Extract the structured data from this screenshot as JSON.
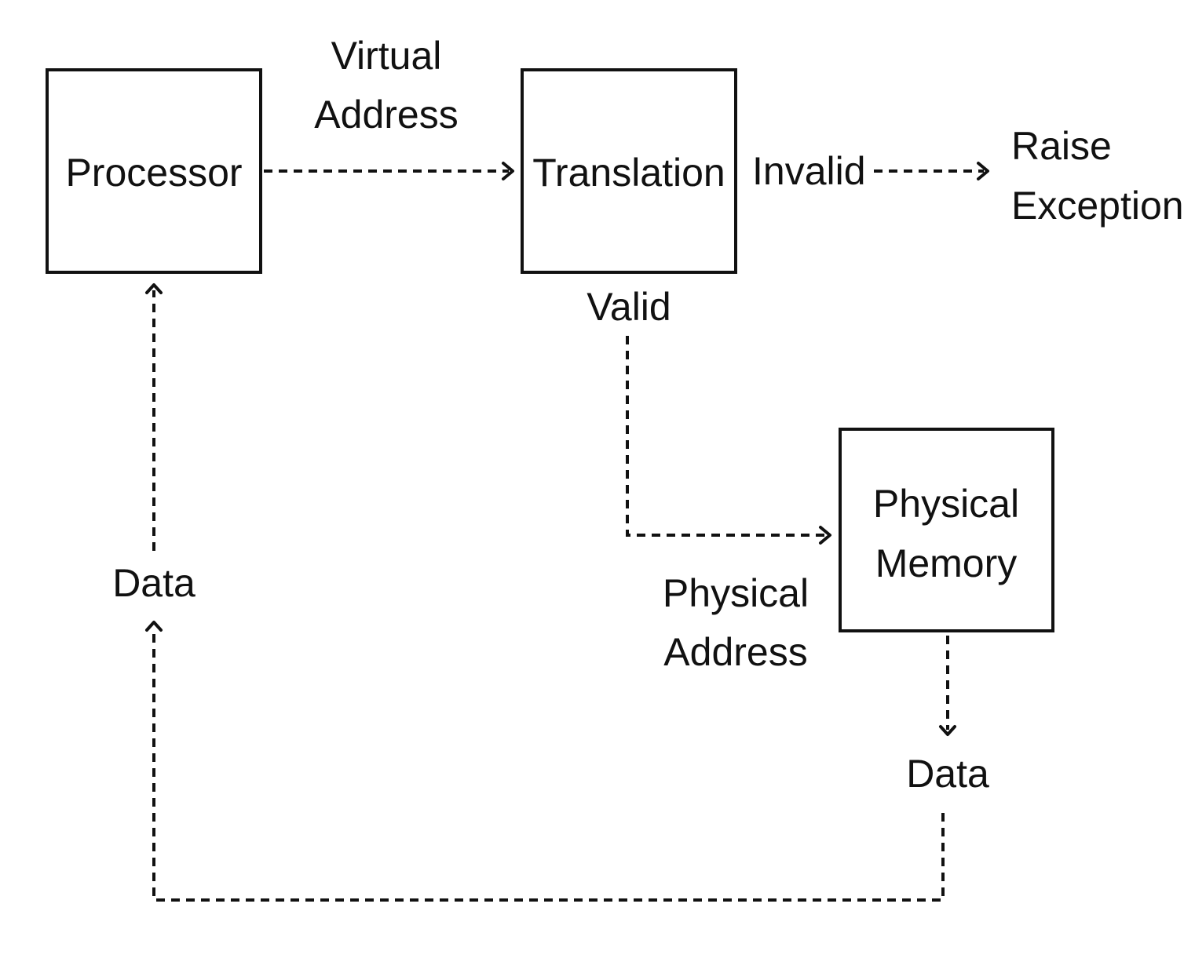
{
  "diagram": {
    "nodes": {
      "processor": {
        "label": "Processor"
      },
      "translation": {
        "label": "Translation"
      },
      "physical_memory": {
        "label_line1": "Physical",
        "label_line2": "Memory"
      }
    },
    "edge_labels": {
      "virtual_address_line1": "Virtual",
      "virtual_address_line2": "Address",
      "invalid": "Invalid",
      "valid": "Valid",
      "physical_address_line1": "Physical",
      "physical_address_line2": "Address",
      "data_to_processor": "Data",
      "data_from_memory": "Data"
    },
    "outcomes": {
      "raise_exception_line1": "Raise",
      "raise_exception_line2": "Exception"
    }
  }
}
